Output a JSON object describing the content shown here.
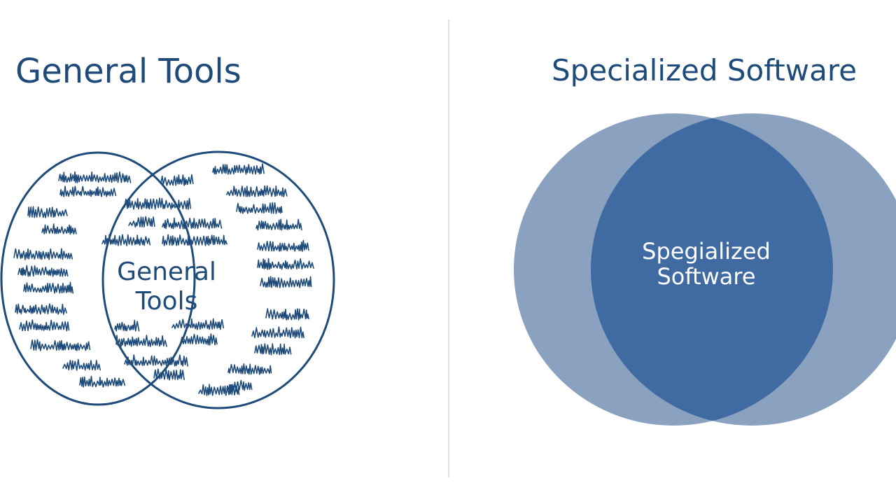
{
  "left_panel": {
    "heading": "General Tools",
    "diagram": {
      "style": "hand-drawn outline venn",
      "overlap_label_line1": "General",
      "overlap_label_line2": "Tools",
      "outline_color": "#1e4b7a"
    }
  },
  "right_panel": {
    "heading": "Specialized Software",
    "diagram": {
      "style": "filled venn",
      "overlap_label_line1": "Spegialized",
      "overlap_label_line2": "Software",
      "outer_fill_color": "#8aa1c0",
      "overlap_fill_color": "#3f6aa2",
      "label_color": "#ffffff"
    }
  },
  "colors": {
    "heading": "#1e4b7a",
    "divider": "#dde1e6",
    "background": "#ffffff"
  }
}
